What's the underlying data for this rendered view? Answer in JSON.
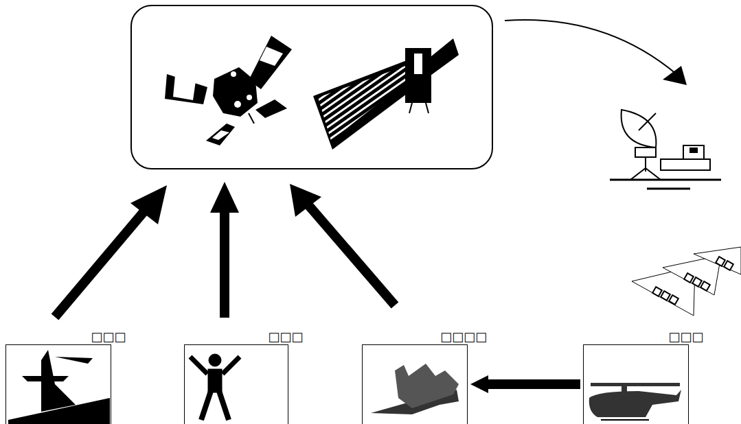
{
  "diagram": {
    "nodes": [
      {
        "text": [
          "□□□"
        ]
      },
      {
        "text": [
          "□□□"
        ]
      },
      {
        "text": [
          "□□□□"
        ]
      },
      {
        "text": [
          "□□□"
        ]
      }
    ],
    "edges": [
      {
        "from": 3,
        "to": 2,
        "arrow": "to"
      }
    ]
  }
}
